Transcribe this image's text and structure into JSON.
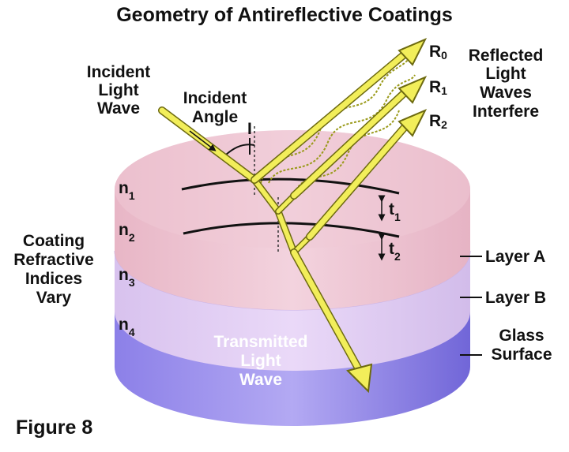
{
  "title": "Geometry of Antireflective Coatings",
  "figure_label": "Figure 8",
  "labels": {
    "incident_wave": [
      "Incident",
      "Light",
      "Wave"
    ],
    "incident_angle": [
      "Incident",
      "Angle"
    ],
    "angle_symbol": "I",
    "reflected": [
      "Reflected",
      "Light",
      "Waves",
      "Interfere"
    ],
    "coating": [
      "Coating",
      "Refractive",
      "Indices",
      "Vary"
    ],
    "transmitted": [
      "Transmitted",
      "Light",
      "Wave"
    ],
    "layer_a": "Layer A",
    "layer_b": "Layer B",
    "glass": [
      "Glass",
      "Surface"
    ]
  },
  "rays": [
    {
      "letter": "R",
      "sub": "0"
    },
    {
      "letter": "R",
      "sub": "1"
    },
    {
      "letter": "R",
      "sub": "2"
    }
  ],
  "indices": [
    {
      "letter": "n",
      "sub": "1"
    },
    {
      "letter": "n",
      "sub": "2"
    },
    {
      "letter": "n",
      "sub": "3"
    },
    {
      "letter": "n",
      "sub": "4"
    }
  ],
  "thickness": [
    {
      "letter": "t",
      "sub": "1"
    },
    {
      "letter": "t",
      "sub": "2"
    }
  ],
  "colors": {
    "layer_a": "#e8b8c8",
    "layer_b": "#dcc6ef",
    "glass": "#7f74e0",
    "beam": "#f2ee5a",
    "beam_edge": "#6d6a10",
    "wave": "#9a9a1a"
  }
}
